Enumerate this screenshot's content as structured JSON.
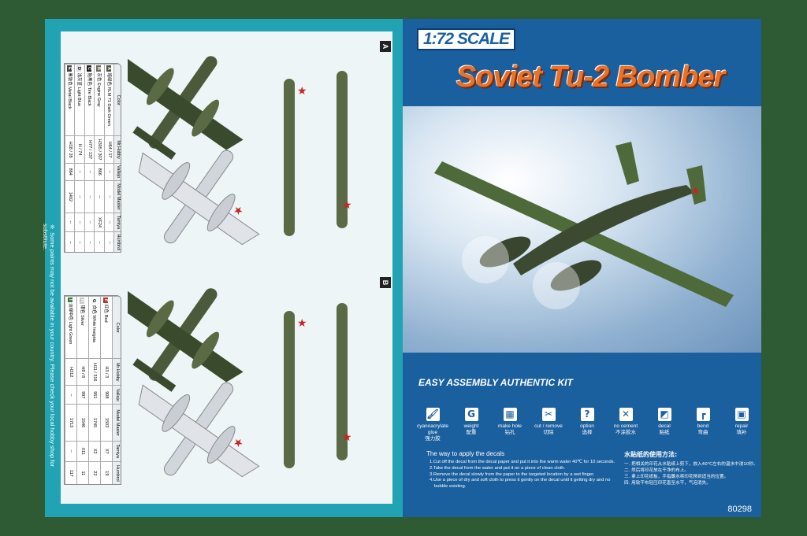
{
  "brand_scale": "1:72 SCALE",
  "title": "Soviet Tu-2 Bomber",
  "tagline": "EASY ASSEMBLY AUTHENTIC KIT",
  "product_code": "80298",
  "side_note": "※ Some paints may not be available in your country. Please check your local hobby shop for substitute.",
  "schemes": [
    {
      "tab": "A"
    },
    {
      "tab": "B"
    }
  ],
  "tables": [
    {
      "headers": [
        "Color",
        "Mr.Hobby",
        "Vallejo",
        "Model Master",
        "Tamiya",
        "Humbrol"
      ],
      "rows": [
        {
          "letter": "A",
          "color": "#4c5a3c",
          "cn": "暗绿色",
          "en": "RLM 71 Dark Green",
          "mrhobby": "H64 / 17",
          "vallejo": "--",
          "mm": "--",
          "tamiya": "--",
          "humbrol": "--"
        },
        {
          "letter": "B",
          "color": "#6c6a5a",
          "cn": "灰色",
          "en": "Engine Gray",
          "mrhobby": "H305 / 307",
          "vallejo": "866",
          "mm": "--",
          "tamiya": "XF24",
          "humbrol": "--"
        },
        {
          "letter": "C",
          "color": "#222222",
          "cn": "胎黑色",
          "en": "Tire Black",
          "mrhobby": "H77 / 137",
          "vallejo": "--",
          "mm": "--",
          "tamiya": "--",
          "humbrol": "--"
        },
        {
          "letter": "D",
          "color": "#d8dee4",
          "cn": "浅灰蓝",
          "en": "Light Blue",
          "mrhobby": "H / 74",
          "vallejo": "--",
          "mm": "--",
          "tamiya": "--",
          "humbrol": "--"
        },
        {
          "letter": "E",
          "color": "#444444",
          "cn": "黑铁色",
          "en": "Metal Black",
          "mrhobby": "H18 / 28",
          "vallejo": "864",
          "mm": "1402",
          "tamiya": "--",
          "humbrol": "--"
        }
      ]
    },
    {
      "headers": [
        "Color",
        "Mr.Hobby",
        "Vallejo",
        "Model Master",
        "Tamiya",
        "Humbrol"
      ],
      "rows": [
        {
          "letter": "F",
          "color": "#b5322a",
          "cn": "红色",
          "en": "Red",
          "mrhobby": "H3 / 3",
          "vallejo": "908",
          "mm": "1503",
          "tamiya": "X7",
          "humbrol": "19"
        },
        {
          "letter": "G",
          "color": "#f4f4f4",
          "cn": "白色",
          "en": "White Insignia",
          "mrhobby": "H11 / 316",
          "vallejo": "951",
          "mm": "1745",
          "tamiya": "X2",
          "humbrol": "22"
        },
        {
          "letter": "H",
          "color": "#c8c8c8",
          "cn": "银色",
          "en": "Silver",
          "mrhobby": "H8 / 8",
          "vallejo": "997",
          "mm": "1546",
          "tamiya": "X11",
          "humbrol": "11"
        },
        {
          "letter": "I",
          "color": "#3a7a3a",
          "cn": "淡绿中色",
          "en": "Light Green",
          "mrhobby": "H312",
          "vallejo": "--",
          "mm": "1713",
          "tamiya": "--",
          "humbrol": "117"
        }
      ]
    }
  ],
  "icons": [
    {
      "glyph": "🖌",
      "en": "cyanoacrylate glue",
      "cn": "强力胶"
    },
    {
      "glyph": "G",
      "en": "weight",
      "cn": "配重"
    },
    {
      "glyph": "▦",
      "en": "make hole",
      "cn": "钻孔"
    },
    {
      "glyph": "✂",
      "en": "cut / remove",
      "cn": "切除"
    },
    {
      "glyph": "?",
      "en": "option",
      "cn": "选择"
    },
    {
      "glyph": "✕",
      "en": "no cement",
      "cn": "不涂胶水"
    },
    {
      "glyph": "◩",
      "en": "decal",
      "cn": "贴纸"
    },
    {
      "glyph": "┏",
      "en": "bend",
      "cn": "弯曲"
    },
    {
      "glyph": "▣",
      "en": "repair",
      "cn": "填补"
    }
  ],
  "decal_en": {
    "title": "The way to apply the decals",
    "steps": [
      "1.Cut off the decal from the decal paper and put it into the warm water 40℃ for 10 seconds.",
      "2.Take the decal from the water and put it on a piece of clean cloth.",
      "3.Remove the decal slowly from the paper to the targeted location by a wet finger.",
      "4.Use a piece of dry and soft cloth to press it gently on the decal until it getting dry and no bubble existing."
    ]
  },
  "decal_cn": {
    "title": "水贴纸的使用方法:",
    "steps": [
      "一. 把相关的印花从水贴纸上剪下，放入40℃左右的温水中浸10秒。",
      "二. 然后将印花放在干净的布上。",
      "三. 拿上印花纸板，手指蘸水将印花移到适当的位置。",
      "四. 用软干布轻压印花直至水干，气泡消失。"
    ]
  }
}
